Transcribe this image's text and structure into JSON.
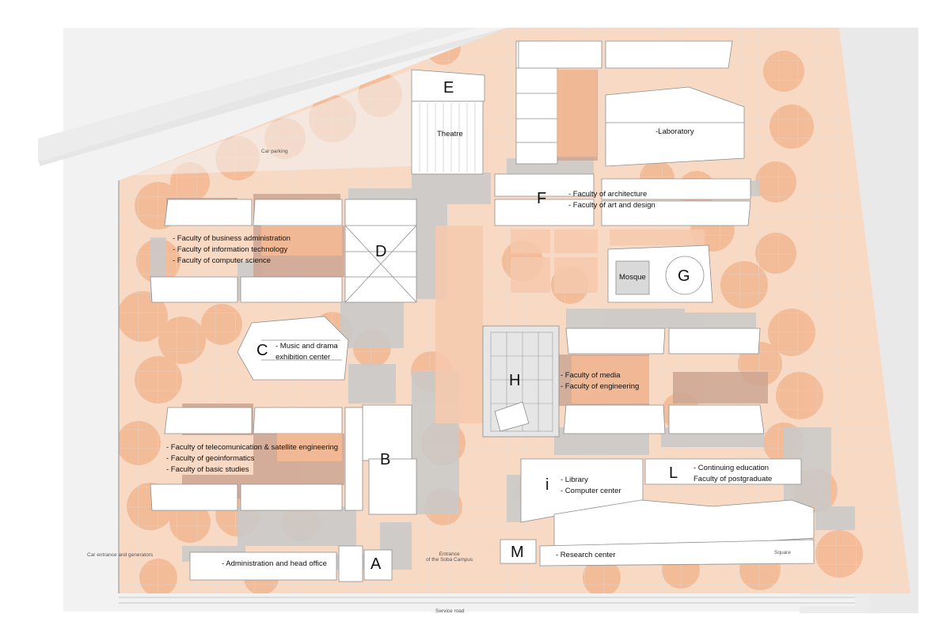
{
  "colors": {
    "background": "#ffffff",
    "ground": "#f2f2f2",
    "greenery": "#f6c4a3",
    "greenery_dark": "#f0a57a",
    "shadow": "#c8c8c8",
    "shadow_warm": "#c9a592",
    "building": "#ffffff",
    "building_stroke": "#8c8c8c",
    "accent_fill": "#f3b995",
    "grid": "#d9d9d9"
  },
  "site": {
    "car_parking": "Car parking",
    "car_entrance": "Car entrance and generators",
    "entrance_line1": "Entrance",
    "entrance_line2": "of the Soba Campus",
    "square": "Square",
    "service_road": "Service road"
  },
  "buildings": {
    "A": {
      "letter": "A",
      "lines": [
        "- Administration and head office"
      ]
    },
    "B": {
      "letter": "B",
      "lines": []
    },
    "C": {
      "letter": "C",
      "lines": [
        "- Music and drama",
        "exhibition center"
      ]
    },
    "D": {
      "letter": "D",
      "lines": [
        "- Faculty of business administration",
        "- Faculty of information technology",
        "- Faculty of computer science"
      ]
    },
    "E": {
      "letter": "E",
      "lines": [
        "Theatre"
      ]
    },
    "F": {
      "letter": "F",
      "lines": [
        "- Faculty of architecture",
        "- Faculty of art and design"
      ]
    },
    "G": {
      "letter": "G",
      "lines": [
        "Mosque"
      ]
    },
    "H": {
      "letter": "H",
      "lines": [
        "- Faculty of media",
        "- Faculty of engineering"
      ]
    },
    "I": {
      "letter": "i",
      "lines": [
        "- Library",
        "- Computer center"
      ]
    },
    "L": {
      "letter": "L",
      "lines": [
        "- Continuing education",
        "Faculty of postgraduate"
      ]
    },
    "M": {
      "letter": "M",
      "lines": [
        "- Research center"
      ]
    },
    "B_left": {
      "lines": [
        "- Faculty of telecomunication & satellite engineering",
        "- Faculty of geoinformatics",
        "- Faculty of basic studies"
      ]
    },
    "lab": {
      "lines": [
        "-Laboratory"
      ]
    }
  }
}
